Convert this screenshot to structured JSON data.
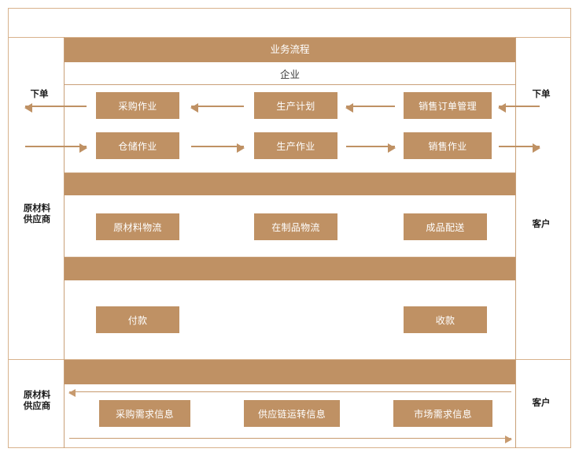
{
  "diagram": {
    "title_band": "业务流程",
    "subheader": "企业",
    "left_labels": {
      "order_top": "下单",
      "supplier_mid": "原材料\n供应商",
      "supplier_bottom": "原材料\n供应商"
    },
    "right_labels": {
      "order_top": "下单",
      "customer_mid": "客户",
      "customer_bottom": "客户"
    },
    "rows": {
      "plan_flow": {
        "nodes": [
          "采购作业",
          "生产计划",
          "销售订单管理"
        ],
        "direction": "right-to-left"
      },
      "operation_flow": {
        "nodes": [
          "仓储作业",
          "生产作业",
          "销售作业"
        ],
        "direction": "left-to-right"
      },
      "logistics": {
        "nodes": [
          "原材料物流",
          "在制品物流",
          "成品配送"
        ]
      },
      "payment": {
        "nodes": [
          "付款",
          "收款"
        ]
      },
      "information": {
        "nodes": [
          "采购需求信息",
          "供应链运转信息",
          "市场需求信息"
        ]
      }
    },
    "colors": {
      "fill": "#bf9164",
      "band": "#bf9164",
      "frame": "#d8b28c",
      "line": "#c9a078",
      "box_text": "#ffffff",
      "label_text": "#1d1d1d",
      "background": "#ffffff"
    }
  }
}
